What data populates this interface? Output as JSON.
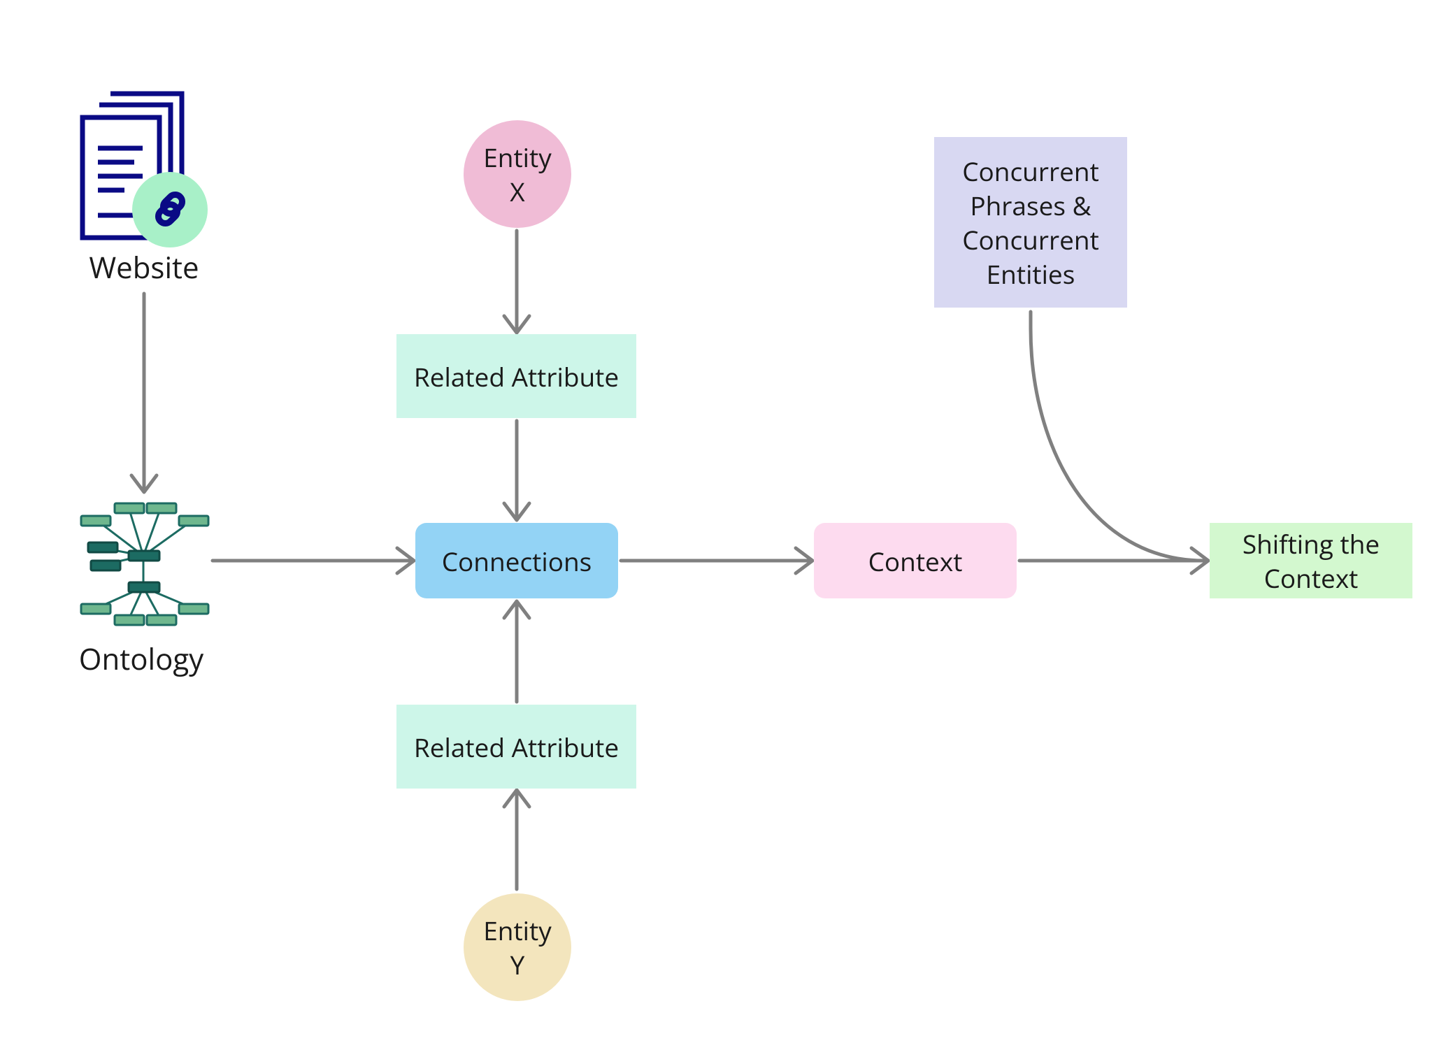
{
  "diagram": {
    "nodes": {
      "website": {
        "label": "Website"
      },
      "ontology": {
        "label": "Ontology"
      },
      "entity_x": {
        "line1": "Entity",
        "line2": "X"
      },
      "related_attribute_top": {
        "label": "Related Attribute"
      },
      "connections": {
        "label": "Connections"
      },
      "related_attribute_bottom": {
        "label": "Related Attribute"
      },
      "entity_y": {
        "line1": "Entity",
        "line2": "Y"
      },
      "context": {
        "label": "Context"
      },
      "concurrent": {
        "line1": "Concurrent",
        "line2": "Phrases &",
        "line3": "Concurrent",
        "line4": "Entities"
      },
      "shifting": {
        "line1": "Shifting the",
        "line2": "Context"
      }
    },
    "colors": {
      "arrow": "#808080",
      "entity_x": "#f0bcd6",
      "entity_y": "#f3e5bd",
      "related_attribute": "#cdf6e9",
      "connections": "#93d3f5",
      "context": "#fddbef",
      "concurrent": "#d8d8f2",
      "shifting": "#d3f8cf",
      "website_icon": "#0a0a85",
      "link_badge": "#a8f0c8",
      "ontology_light": "#6fb78e",
      "ontology_dark": "#1c6b62"
    },
    "icons": {
      "website": "document-link-icon",
      "ontology": "ontology-tree-icon"
    }
  }
}
